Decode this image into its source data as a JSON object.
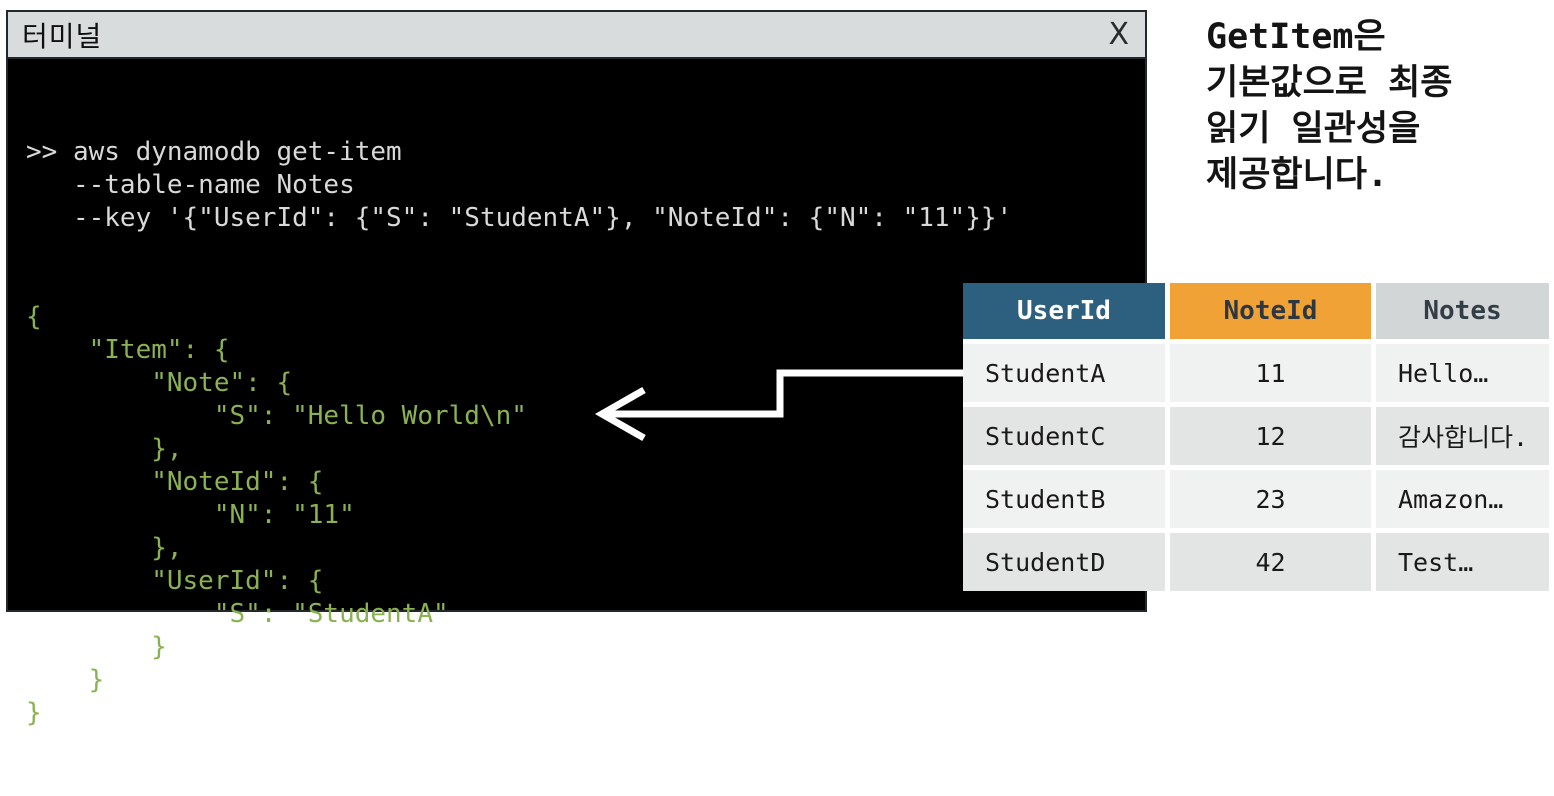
{
  "terminal": {
    "title": "터미널",
    "close_label": "X",
    "command_text": ">> aws dynamodb get-item\n   --table-name Notes\n   --key '{\"UserId\": {\"S\": \"StudentA\"}, \"NoteId\": {\"N\": \"11\"}}'",
    "output_text": "{\n    \"Item\": {\n        \"Note\": {\n            \"S\": \"Hello World\\n\"\n        },\n        \"NoteId\": {\n            \"N\": \"11\"\n        },\n        \"UserId\": {\n            \"S\": \"StudentA\"\n        }\n    }\n}"
  },
  "annotation": {
    "text": "GetItem은\n기본값으로 최종\n읽기 일관성을\n제공합니다."
  },
  "table": {
    "columns": [
      "UserId",
      "NoteId",
      "Notes"
    ],
    "rows": [
      [
        "StudentA",
        "11",
        "Hello…"
      ],
      [
        "StudentC",
        "12",
        "감사합니다."
      ],
      [
        "StudentB",
        "23",
        "Amazon…"
      ],
      [
        "StudentD",
        "42",
        "Test…"
      ]
    ]
  },
  "colors": {
    "header_blue": "#2d5f7f",
    "header_orange": "#f0a237",
    "header_gray": "#d2d6d7",
    "json_green": "#8ab152",
    "command_white": "#d9d9d9",
    "titlebar_gray": "#d8dcdc",
    "arrow_white": "#ffffff",
    "row_light": "#f0f1f1",
    "row_dark": "#e3e5e5"
  }
}
